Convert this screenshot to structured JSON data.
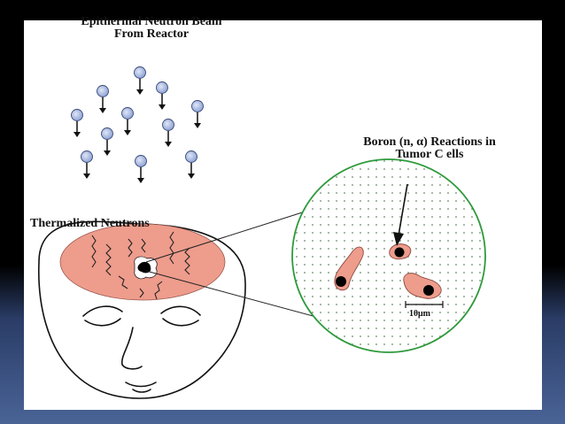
{
  "labels": {
    "beam_line1": "Epithermal Neutron Beam",
    "beam_line2": "From Reactor",
    "boron_line1": "Boron (n,   α) Reactions in",
    "boron_line2": "Tumor C ells",
    "thermalized": "Thermalized Neutrons",
    "scale_bar": "10μm"
  },
  "colors": {
    "slide_bg": "#ffffff",
    "frame_dark": "#000000",
    "frame_blue": "#4a6497",
    "tumor_region": "#ee9c8c",
    "magnified_circle_border": "#2e9a3c",
    "dot_grid": "#6a8a6a",
    "neutron_fill": "#a8b8e0",
    "cell_fill": "#ee9c8c",
    "nucleus": "#000000"
  },
  "icons": {
    "neutron": "neutron-ball-with-arrow-icon",
    "face": "human-face-outline",
    "cells": "tumor-cell-shapes"
  }
}
